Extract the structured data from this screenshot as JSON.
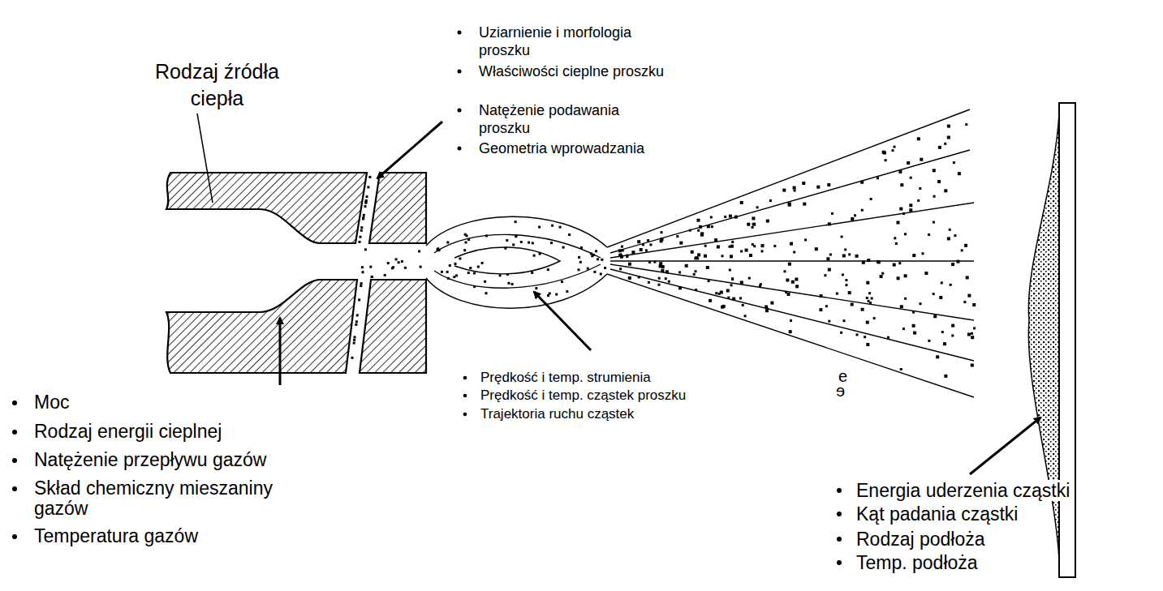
{
  "diagram": {
    "labels": [
      "Rodzaj źródła ciepła",
      "Uziarnienie i morfologia proszku",
      "Właściwości cieplne proszku",
      "Natężenie podawania proszku",
      "Geometria wprowadzania",
      "Moc",
      "Rodzaj energii cieplnej",
      "Natężenie przepływu gazów",
      "Skład chemiczny mieszaniny gazów",
      "Temperatura gazów",
      "Prędkość i temp. strumienia",
      "Prędkość i temp. cząstek proszku",
      "Trajektoria ruchu cząstek",
      "e",
      "ɘ",
      "Energia uderzenia cząstki",
      "Kąt padania cząstki",
      "Rodzaj podłoża",
      "Temp. podłoża"
    ]
  }
}
